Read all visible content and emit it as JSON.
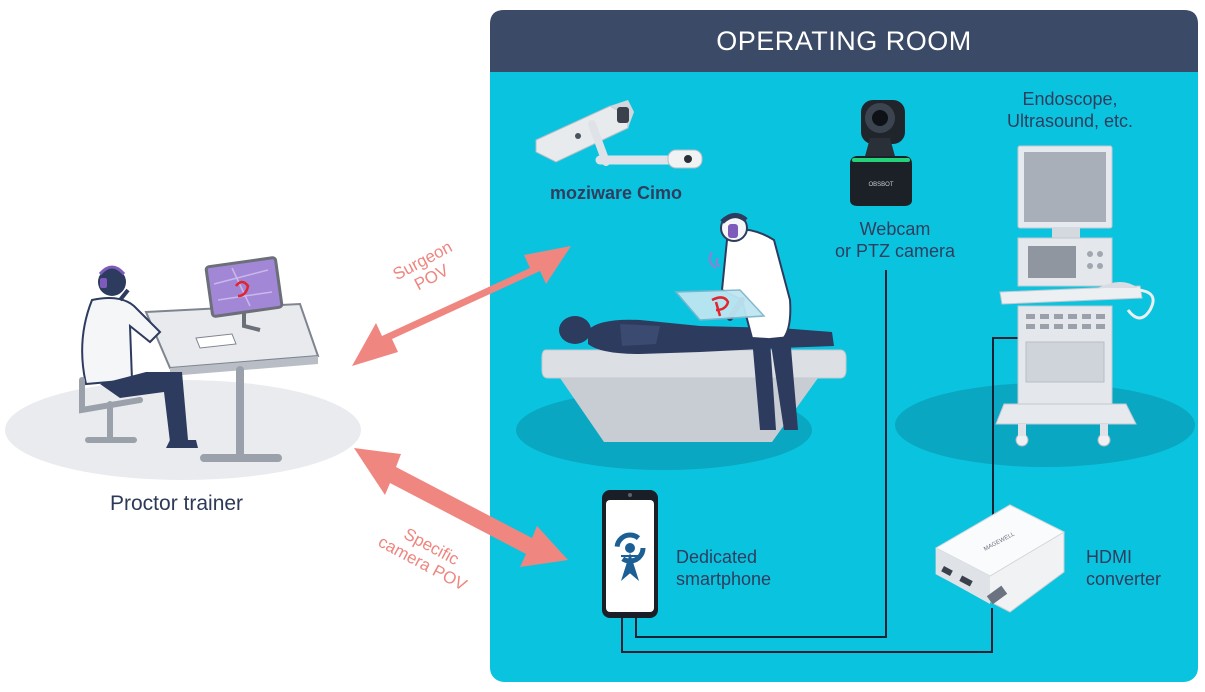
{
  "room": {
    "title": "OPERATING ROOM"
  },
  "devices": {
    "cimo": "moziware Cimo",
    "webcam_line1": "Webcam",
    "webcam_line2": "or PTZ camera",
    "endoscope_line1": "Endoscope,",
    "endoscope_line2": "Ultrasound, etc.",
    "smartphone_line1": "Dedicated",
    "smartphone_line2": "smartphone",
    "hdmi_line1": "HDMI",
    "hdmi_line2": "converter",
    "webcam_brand": "OBSBOT",
    "hdmi_brand": "MAGEWELL"
  },
  "trainer": {
    "label": "Proctor trainer"
  },
  "arrows": {
    "surgeon_line1": "Surgeon",
    "surgeon_line2": "POV",
    "camera_line1": "Specific",
    "camera_line2": "camera POV"
  },
  "colors": {
    "room_bg": "#0ac4df",
    "room_header": "#3b4a66",
    "arrow": "#ef8680",
    "figure": "#2d3b5e",
    "floor_shadow": "#0aa7c2"
  }
}
